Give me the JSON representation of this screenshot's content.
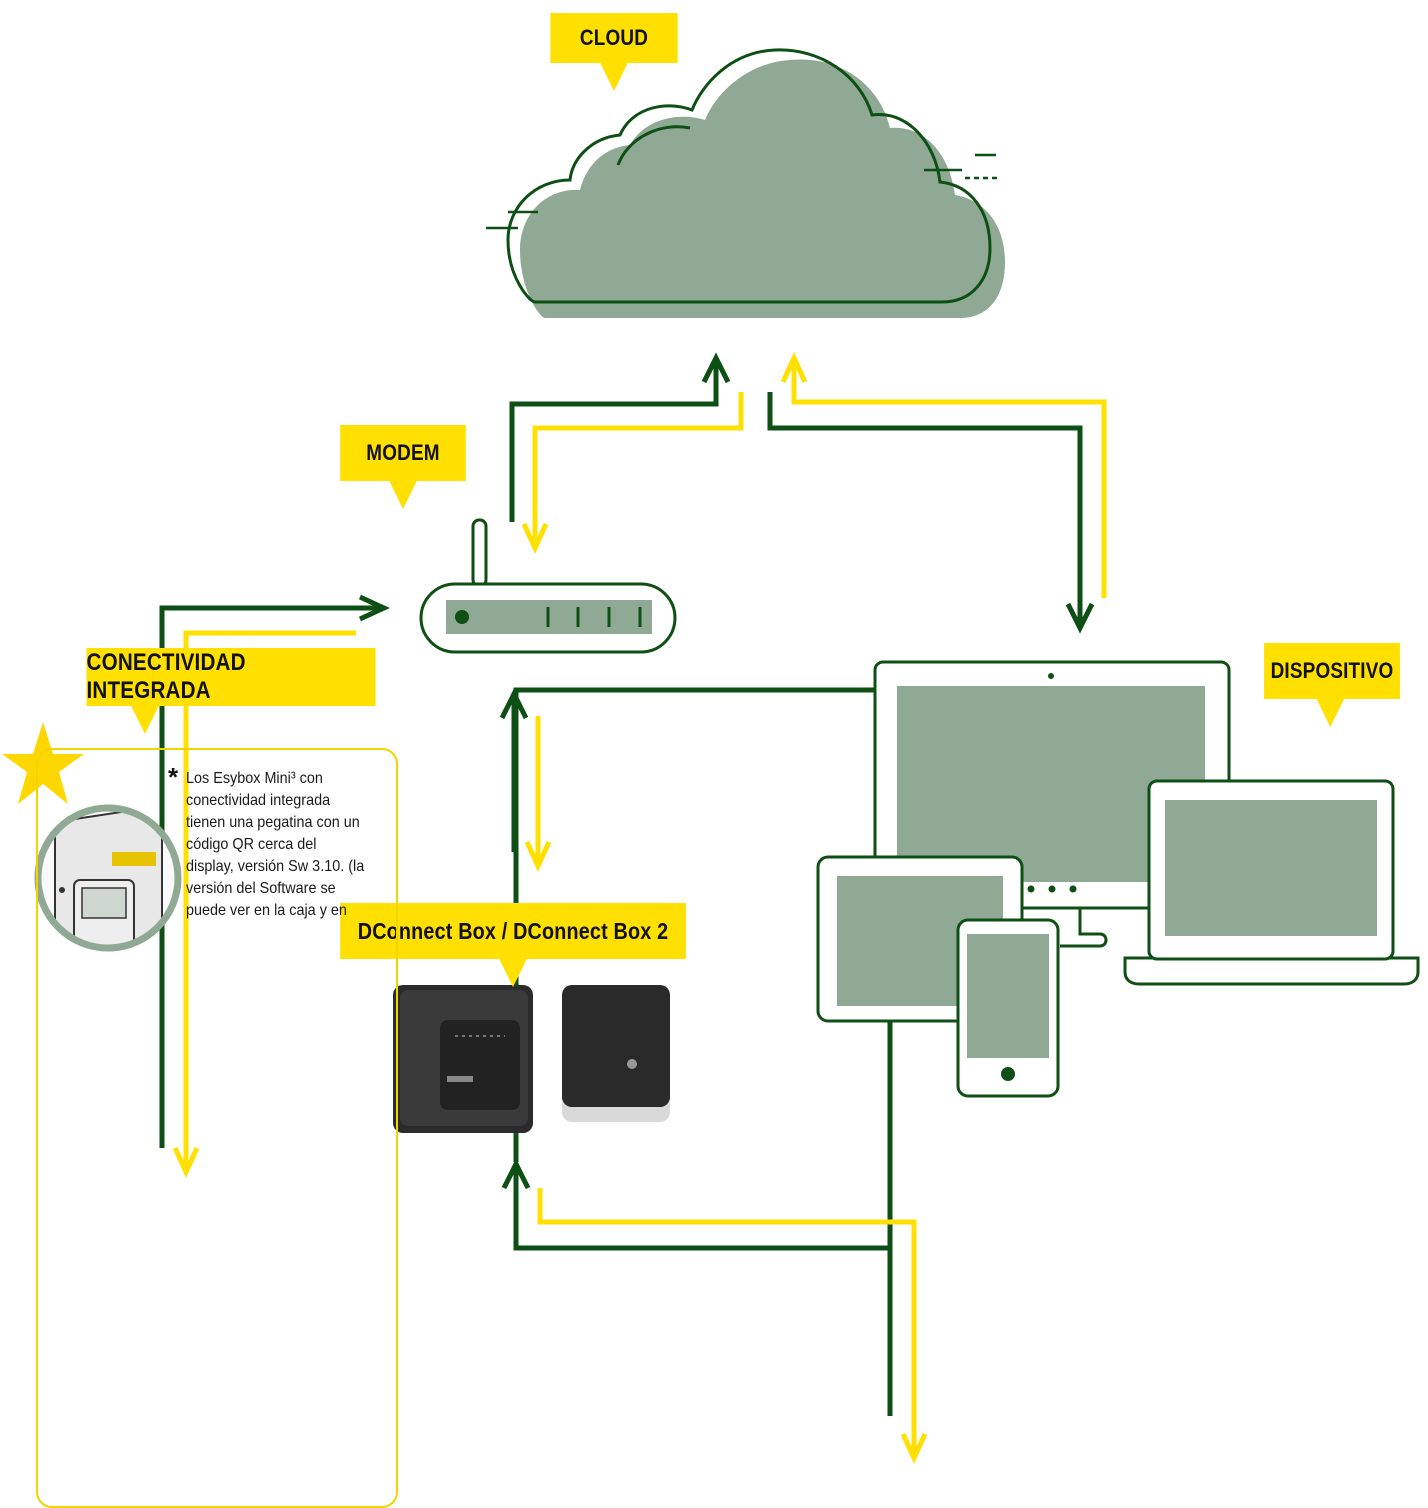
{
  "labels": {
    "cloud": "CLOUD",
    "modem": "MODEM",
    "device": "DISPOSITIVO",
    "dconnect": "DConnect Box / DConnect Box 2",
    "integrated": "CONECTIVIDAD INTEGRADA"
  },
  "note": {
    "text": "Los Esybox Mini³ con conectividad integrada tienen una pegatina con un código QR cerca del display, versión Sw 3.10. (la versión del Software se puede ver en la caja y en"
  },
  "colors": {
    "dark_green": "#0d4f14",
    "yellow": "#ffe000",
    "sage": "#8fa994",
    "star": "#ffd700"
  },
  "icons": [
    "cloud-icon",
    "modem-icon",
    "monitor-icon",
    "laptop-icon",
    "tablet-icon",
    "phone-icon",
    "dconnect-box-image",
    "dconnect-box2-image",
    "esybox-image",
    "star-icon"
  ]
}
